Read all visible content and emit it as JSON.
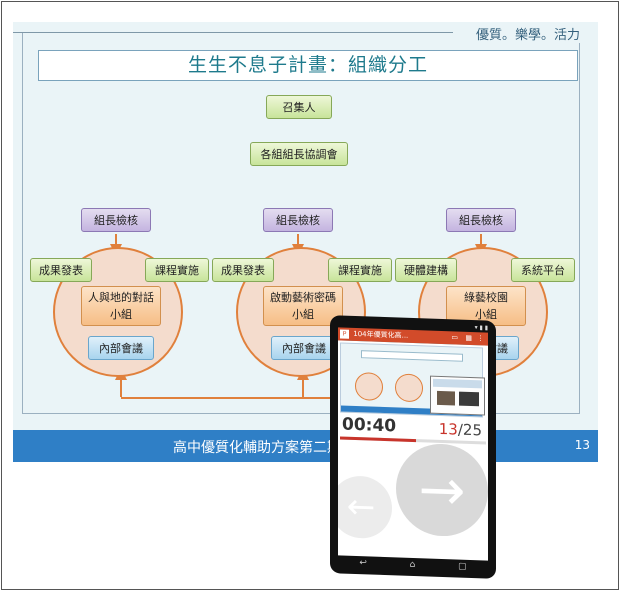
{
  "slide": {
    "tagline": "優質。樂學。活力",
    "title": "生生不息子計畫：組織分工",
    "convener": "召集人",
    "coordination": "各組組長協調會",
    "footer": "高中優質化輔助方案第二期",
    "page_number": "13",
    "groups": [
      {
        "head": "組長檢核",
        "left": "成果發表",
        "right": "課程實施",
        "center": [
          "人與地的對話",
          "小組"
        ],
        "bottom": "內部會議"
      },
      {
        "head": "組長檢核",
        "left": "成果發表",
        "right": "課程實施",
        "center": [
          "啟動藝術密碼",
          "小組"
        ],
        "bottom": "內部會議"
      },
      {
        "head": "組長檢核",
        "left": "硬體建構",
        "right": "系統平台",
        "center": [
          "綠藝校園",
          "小組"
        ],
        "bottom": "內部會議"
      }
    ]
  },
  "phone": {
    "app_title": "104年優質化高...",
    "timer": "00:40",
    "slide_current": "13",
    "slide_total": "/25",
    "progress": 0.52,
    "icons": [
      "powerpoint-icon",
      "slides-icon",
      "more-icon",
      "back-icon",
      "home-icon",
      "recents-icon"
    ]
  },
  "colors": {
    "footer": "#2f7fc6",
    "title_text": "#1e7a8c",
    "circle_border": "#e0803c",
    "arrow_orange": "#e0803c",
    "arrow_blue": "#2f7fc6",
    "app_bar": "#d24b2a"
  }
}
